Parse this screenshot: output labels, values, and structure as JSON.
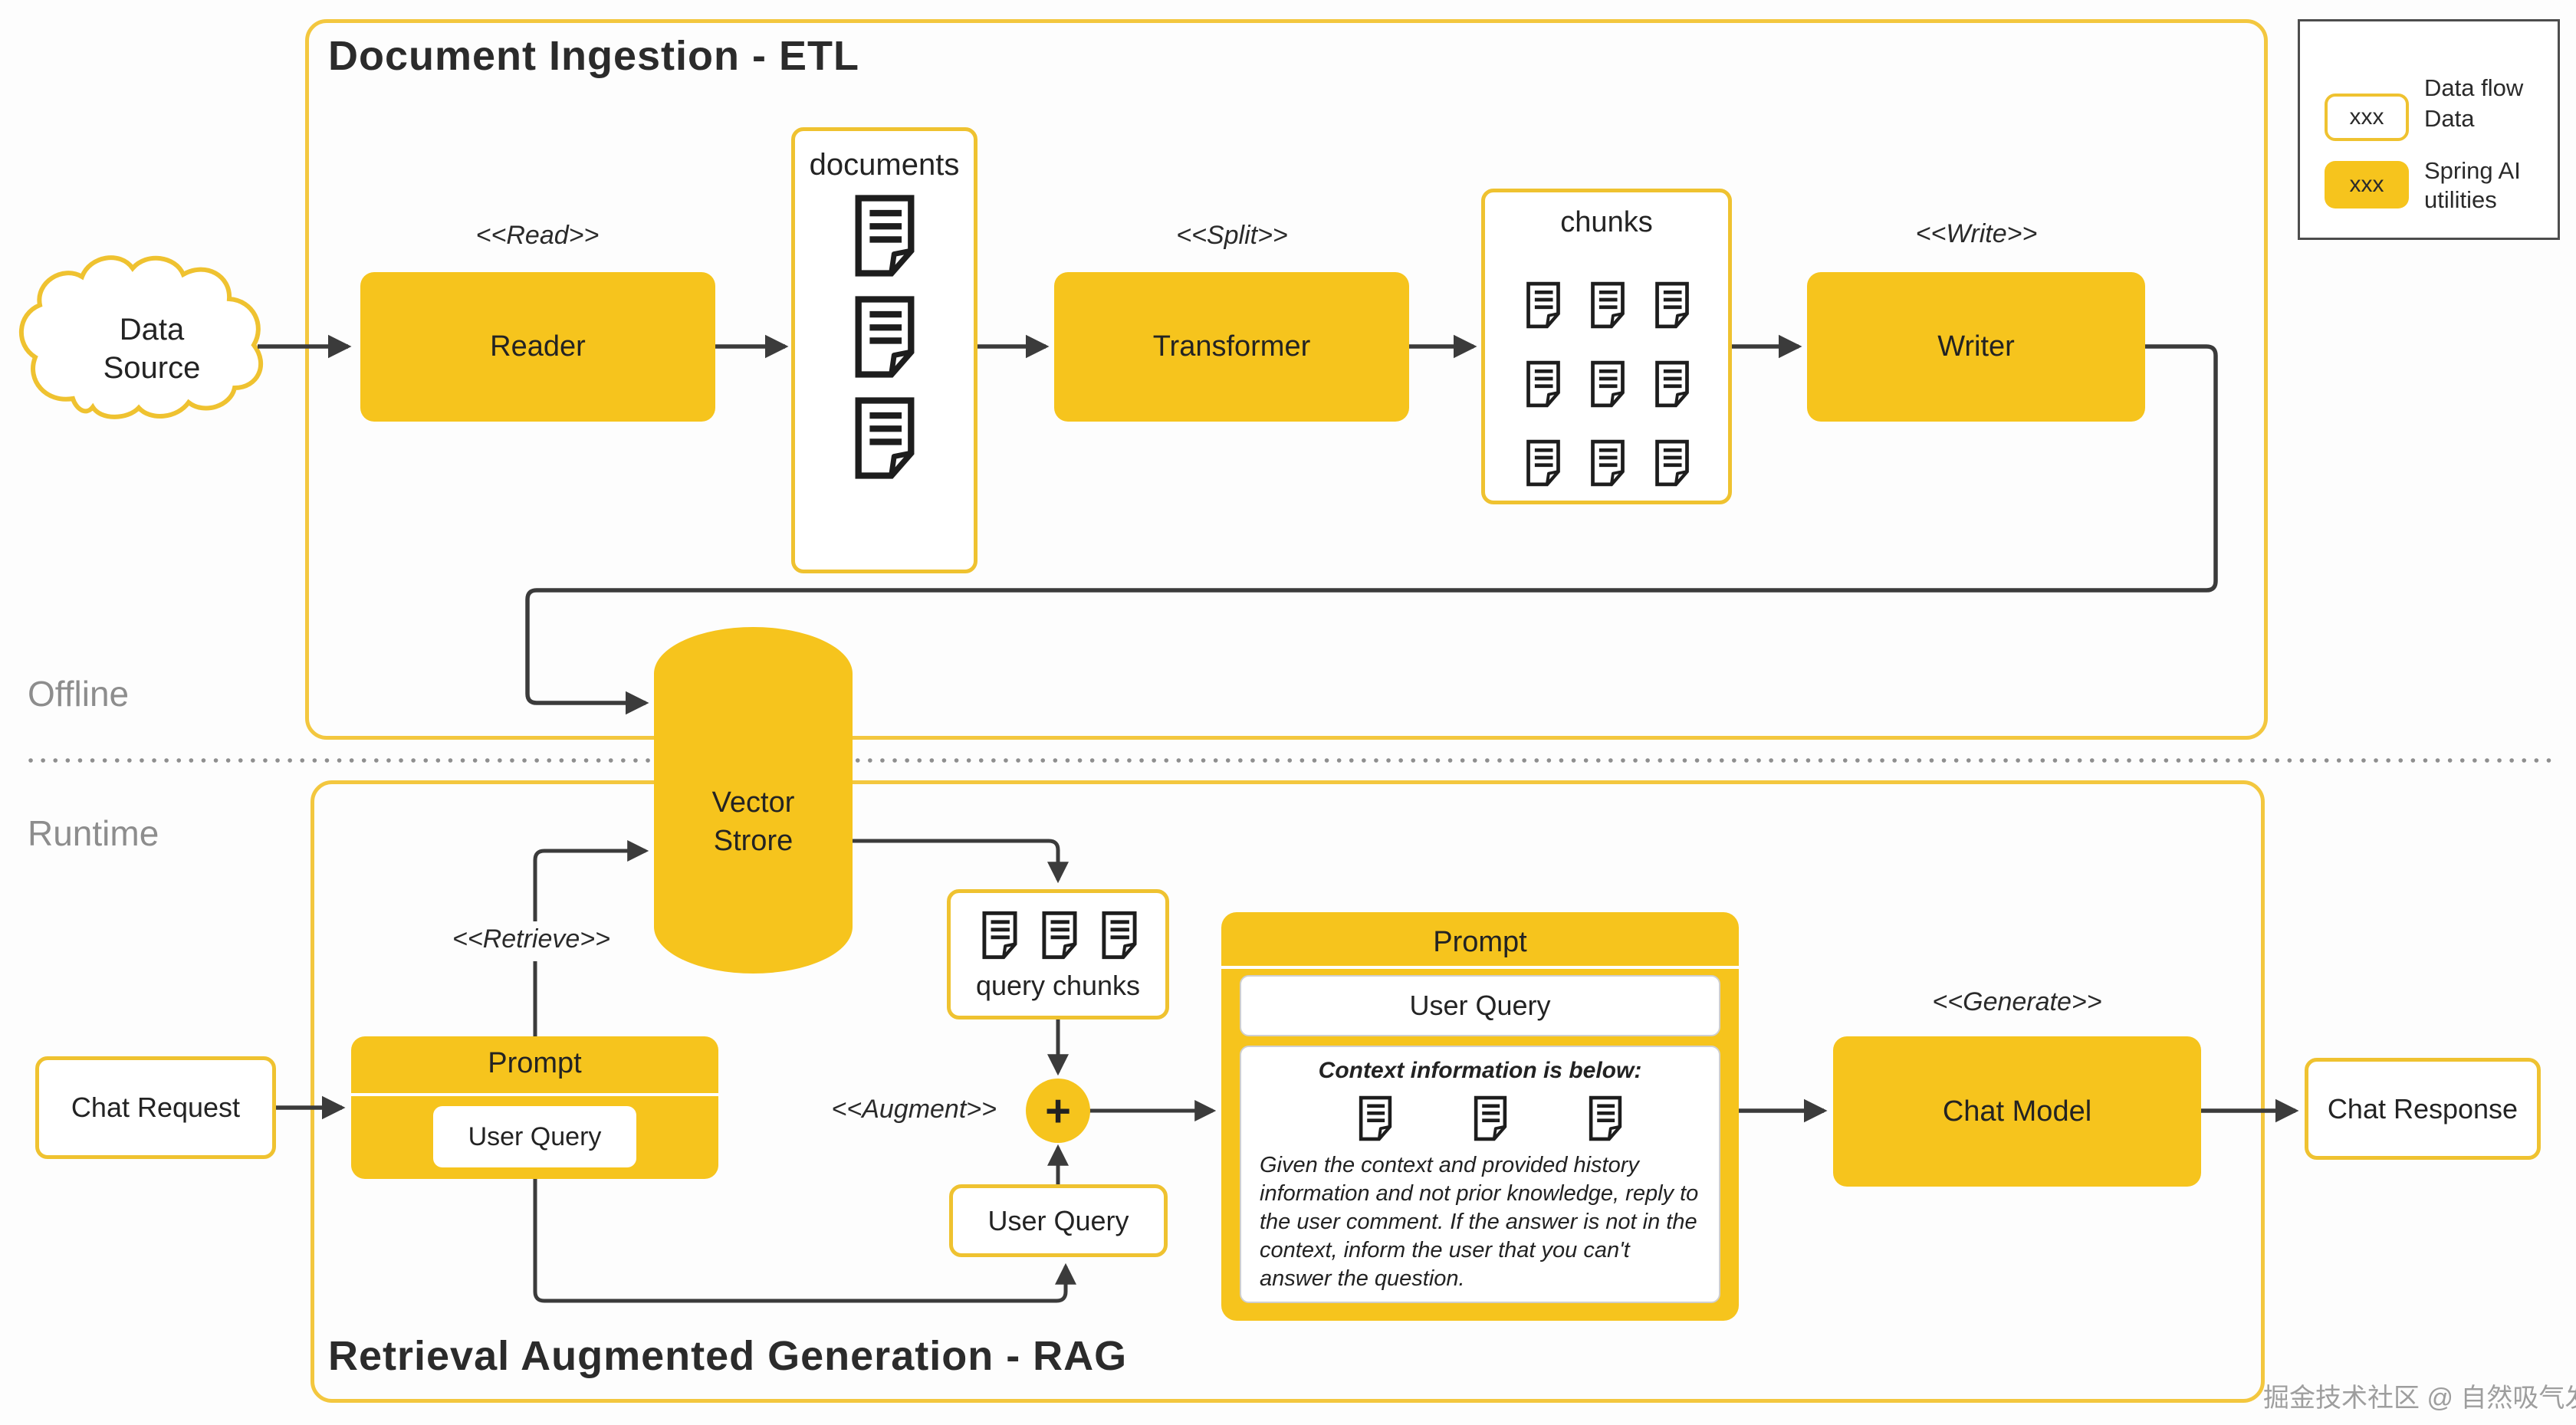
{
  "legend": {
    "data_flow_label": "Data flow",
    "data_sample": "xxx",
    "data_label": "Data",
    "spring_sample": "xxx",
    "spring_label": "Spring AI utilities"
  },
  "sections": {
    "offline_label": "Offline",
    "runtime_label": "Runtime"
  },
  "data_source_label": "Data Source",
  "vector_store_label": "Vector Strore",
  "etl": {
    "title": "Document Ingestion - ETL",
    "read_stereotype": "<<Read>>",
    "reader_label": "Reader",
    "documents_label": "documents",
    "split_stereotype": "<<Split>>",
    "transformer_label": "Transformer",
    "chunks_label": "chunks",
    "write_stereotype": "<<Write>>",
    "writer_label": "Writer"
  },
  "rag": {
    "title": "Retrieval Augmented Generation - RAG",
    "chat_request_label": "Chat Request",
    "retrieve_stereotype": "<<Retrieve>>",
    "prompt_small": {
      "title": "Prompt",
      "user_query_label": "User Query"
    },
    "query_chunks_label": "query chunks",
    "augment_stereotype": "<<Augment>>",
    "plus_label": "+",
    "user_query_label": "User Query",
    "big_prompt": {
      "title": "Prompt",
      "user_query_label": "User Query",
      "context_heading": "Context information is below:",
      "context_body": "Given the context and provided history information and not prior knowledge, reply to the user comment. If the answer is not in the context, inform the user that you can't answer the question."
    },
    "generate_stereotype": "<<Generate>>",
    "chat_model_label": "Chat Model",
    "chat_response_label": "Chat Response"
  },
  "watermark": "掘金技术社区 @ 自然吸气发动机",
  "colors": {
    "spring_yellow": "#F6C41D",
    "border_yellow": "#EFC230",
    "wire_dark": "#3b3b3b",
    "muted_gray": "#8d8d8d"
  }
}
